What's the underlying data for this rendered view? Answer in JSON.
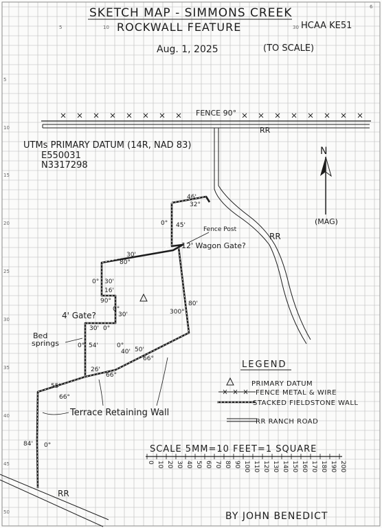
{
  "title": {
    "line1": "SKETCH MAP - SIMMONS CREEK",
    "line2": "ROCKWALL FEATURE",
    "site_id": "HCAA KE51",
    "date": "Aug. 1, 2025",
    "scale_note": "(TO SCALE)"
  },
  "grid_numbers": {
    "top": [
      "5",
      "10",
      "30",
      "6"
    ],
    "left": [
      "5",
      "10",
      "15",
      "20",
      "25",
      "30",
      "35",
      "40",
      "45",
      "50"
    ]
  },
  "datum": {
    "heading": "UTMs PRIMARY DATUM (14R, NAD 83)",
    "easting": "E550031",
    "northing": "N3317298"
  },
  "north_arrow": {
    "letter": "N",
    "note": "(MAG)"
  },
  "labels": {
    "fence": "FENCE 90°",
    "rr_top": "RR",
    "rr_right": "RR",
    "rr_bottom": "RR",
    "fence_post": "Fence Post",
    "wagon_gate": "12' Wagon Gate?",
    "gate_4": "4' Gate?",
    "bed_springs_1": "Bed",
    "bed_springs_2": "springs",
    "terrace": "Terrace Retaining Wall",
    "datum_symbol": "A"
  },
  "measurements": [
    "46'",
    "32°",
    "0°",
    "45'",
    "30'",
    "80°",
    "0°",
    "30'",
    "16'",
    "90°",
    "0°",
    "30'",
    "30'",
    "0°",
    "0°",
    "54'",
    "0°",
    "40'",
    "26'",
    "66°",
    "50'",
    "66°",
    "300°",
    "80'",
    "55'",
    "66°",
    "84'",
    "0°"
  ],
  "legend": {
    "title": "LEGEND",
    "items": [
      {
        "symbol": "A",
        "label": "PRIMARY DATUM"
      },
      {
        "symbol": "x-x-x",
        "label": "FENCE METAL & WIRE"
      },
      {
        "symbol": "wall",
        "label": "STACKED FIELDSTONE WALL"
      },
      {
        "symbol": "road",
        "label": "RR RANCH ROAD"
      }
    ]
  },
  "scale": {
    "text": "SCALE 5MM=10 FEET=1 SQUARE",
    "ticks": [
      "0",
      "10",
      "20",
      "30",
      "40",
      "50",
      "60",
      "70",
      "80",
      "90",
      "100",
      "110",
      "120",
      "130",
      "140",
      "150",
      "160",
      "170",
      "180",
      "190",
      "200"
    ]
  },
  "author": "BY JOHN BENEDICT",
  "colors": {
    "ink": "#1c1c1c",
    "grid": "#b9b9b9",
    "paper": "#fbfbfa"
  }
}
